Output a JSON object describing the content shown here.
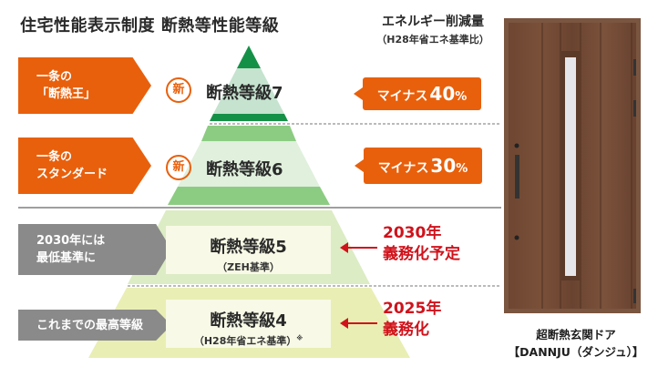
{
  "header": {
    "title": "住宅性能表示制度 断熱等性能等級",
    "energy_title": "エネルギー削減量",
    "energy_subtitle": "（H28年省エネ基準比）"
  },
  "levels": [
    {
      "id": "grade7",
      "tag": [
        "一条の",
        "「断熱王」"
      ],
      "tag_color": "#e8600c",
      "new_badge": "新",
      "label": "断熱等級7",
      "reduction": {
        "prefix": "マイナス",
        "value": "40",
        "unit": "%"
      }
    },
    {
      "id": "grade6",
      "tag": [
        "一条の",
        "スタンダード"
      ],
      "tag_color": "#e8600c",
      "new_badge": "新",
      "label": "断熱等級6",
      "reduction": {
        "prefix": "マイナス",
        "value": "30",
        "unit": "%"
      }
    },
    {
      "id": "grade5",
      "tag": [
        "2030年には",
        "最低基準に"
      ],
      "tag_color": "#8a8a8a",
      "label": "断熱等級5",
      "sublabel": "（ZEH基準）",
      "mandate": [
        "2030年",
        "義務化予定"
      ]
    },
    {
      "id": "grade4",
      "tag": [
        "これまでの最高等級"
      ],
      "tag_color": "#8a8a8a",
      "label": "断熱等級4",
      "sublabel": "（H28年省エネ基準）",
      "sublabel_note": "※",
      "mandate": [
        "2025年",
        "義務化"
      ]
    }
  ],
  "product": {
    "name": "超断熱玄関ドア",
    "model": "【DANNJU（ダンジュ）】"
  },
  "colors": {
    "accent_orange": "#e8600c",
    "tag_gray": "#8a8a8a",
    "mandate_red": "#d0121b",
    "dark_green": "#159147",
    "mid_green": "#8ccc82",
    "light_green": "#c5e3cf",
    "pale_green": "#dcecc4",
    "pale_yellow": "#e9eeb4"
  }
}
